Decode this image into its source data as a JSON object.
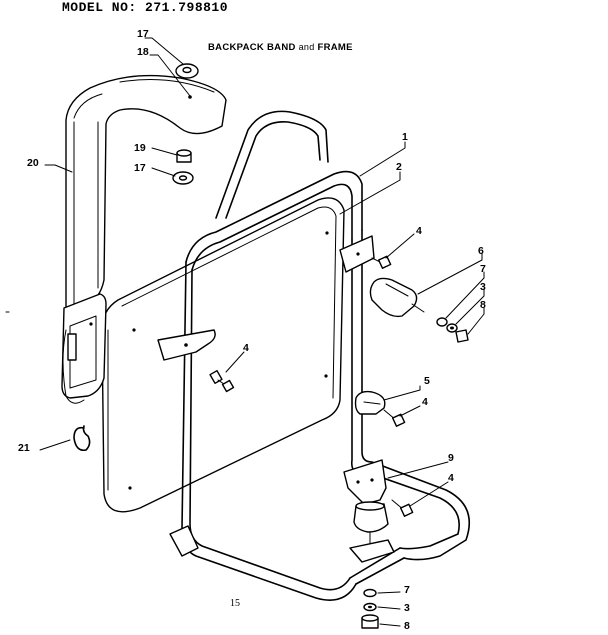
{
  "header": {
    "model_text": "MODEL NO:  271.798810"
  },
  "diagram": {
    "title_main": "BACKPACK BAND",
    "title_and": "and",
    "title_tail": "FRAME",
    "footer_note": "15"
  },
  "callouts": [
    {
      "id": "c17a",
      "label": "17"
    },
    {
      "id": "c18",
      "label": "18"
    },
    {
      "id": "c19",
      "label": "19"
    },
    {
      "id": "c17b",
      "label": "17"
    },
    {
      "id": "c20",
      "label": "20"
    },
    {
      "id": "c1",
      "label": "1"
    },
    {
      "id": "c2",
      "label": "2"
    },
    {
      "id": "c4a",
      "label": "4"
    },
    {
      "id": "c6",
      "label": "6"
    },
    {
      "id": "c7a",
      "label": "7"
    },
    {
      "id": "c3a",
      "label": "3"
    },
    {
      "id": "c8a",
      "label": "8"
    },
    {
      "id": "c4b",
      "label": "4"
    },
    {
      "id": "c5",
      "label": "5"
    },
    {
      "id": "c4c",
      "label": "4"
    },
    {
      "id": "c9",
      "label": "9"
    },
    {
      "id": "c4d",
      "label": "4"
    },
    {
      "id": "c21",
      "label": "21"
    },
    {
      "id": "c7b",
      "label": "7"
    },
    {
      "id": "c3b",
      "label": "3"
    },
    {
      "id": "c8b",
      "label": "8"
    }
  ]
}
